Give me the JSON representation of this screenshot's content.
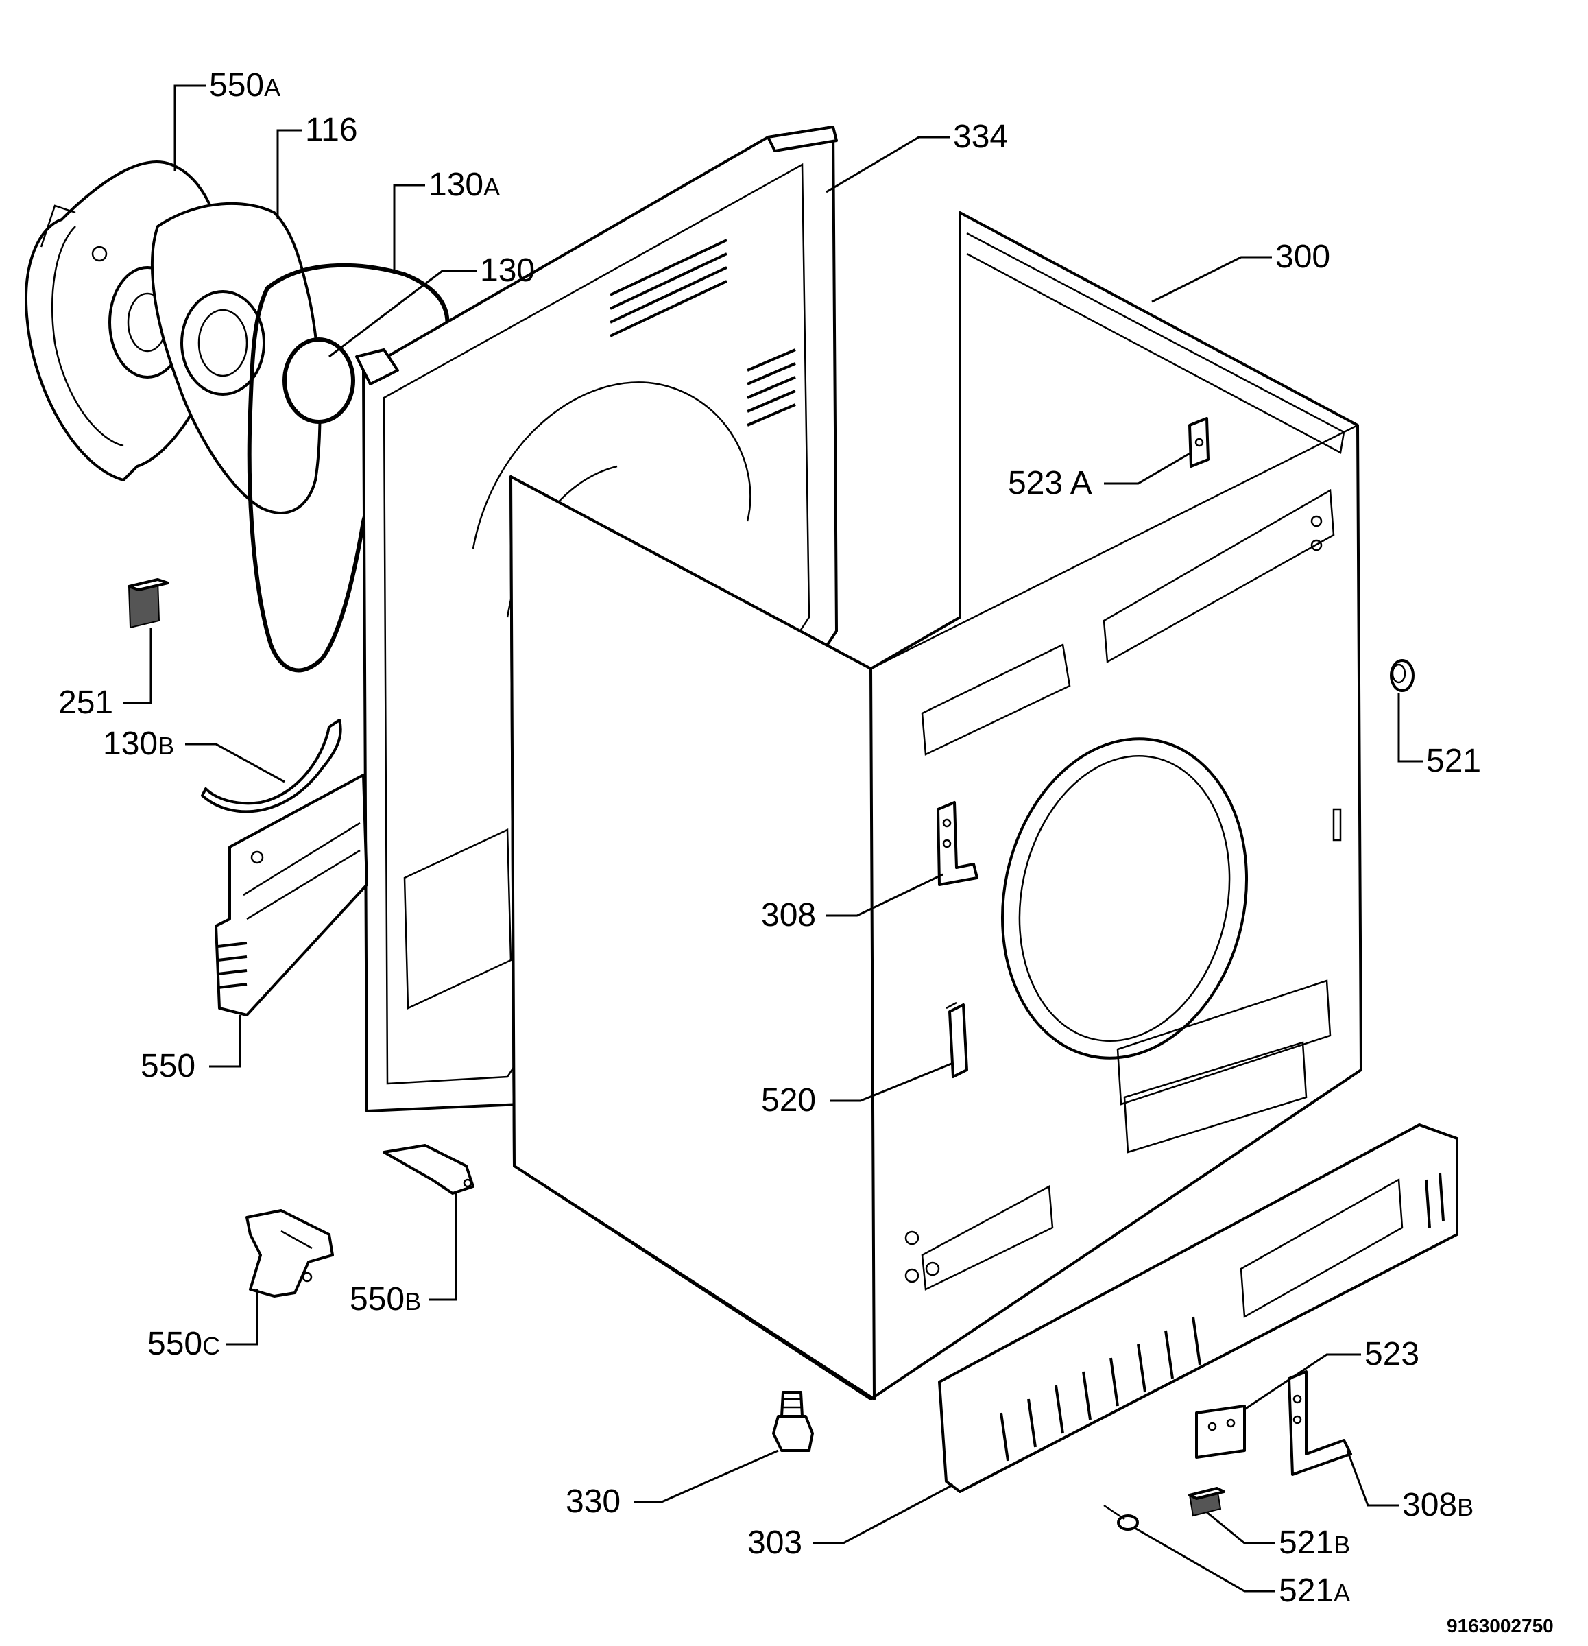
{
  "diagram": {
    "drawing_code": "9163002750",
    "labels": [
      {
        "id": "550a",
        "number": "550",
        "suffix": "A"
      },
      {
        "id": "116",
        "number": "116",
        "suffix": ""
      },
      {
        "id": "130a",
        "number": "130",
        "suffix": "A"
      },
      {
        "id": "130",
        "number": "130",
        "suffix": ""
      },
      {
        "id": "334",
        "number": "334",
        "suffix": ""
      },
      {
        "id": "300",
        "number": "300",
        "suffix": ""
      },
      {
        "id": "523a",
        "number": "523 A",
        "suffix": ""
      },
      {
        "id": "251",
        "number": "251",
        "suffix": ""
      },
      {
        "id": "521",
        "number": "521",
        "suffix": ""
      },
      {
        "id": "130b",
        "number": "130",
        "suffix": "B"
      },
      {
        "id": "308",
        "number": "308",
        "suffix": ""
      },
      {
        "id": "550",
        "number": "550",
        "suffix": ""
      },
      {
        "id": "520",
        "number": "520",
        "suffix": ""
      },
      {
        "id": "550b",
        "number": "550",
        "suffix": "B"
      },
      {
        "id": "550c",
        "number": "550",
        "suffix": "C"
      },
      {
        "id": "523",
        "number": "523",
        "suffix": ""
      },
      {
        "id": "330",
        "number": "330",
        "suffix": ""
      },
      {
        "id": "308b",
        "number": "308",
        "suffix": "B"
      },
      {
        "id": "303",
        "number": "303",
        "suffix": ""
      },
      {
        "id": "521b",
        "number": "521",
        "suffix": "B"
      },
      {
        "id": "521a",
        "number": "521",
        "suffix": "A"
      }
    ]
  }
}
